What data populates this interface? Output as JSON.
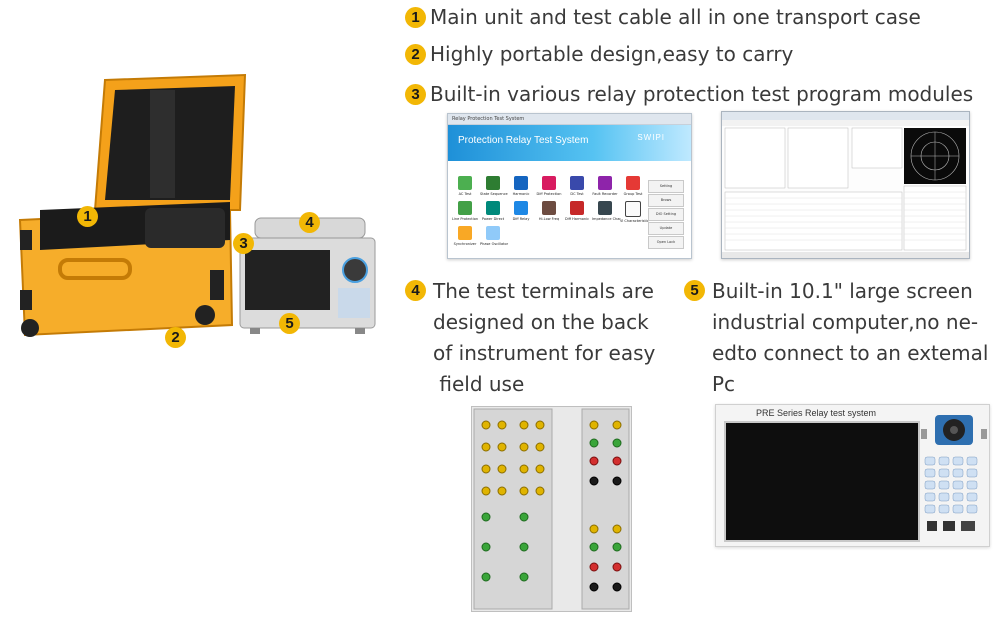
{
  "features": [
    {
      "num": "1",
      "text": "Main unit and test cable all in one transport case"
    },
    {
      "num": "2",
      "text": "Highly portable design,easy to carry"
    },
    {
      "num": "3",
      "text": "Built-in various relay protection test program modules"
    }
  ],
  "feature4": {
    "num": "4",
    "lines": [
      "The test terminals are",
      "designed on the back",
      "of instrument for easy",
      " field use"
    ]
  },
  "feature5": {
    "num": "5",
    "lines": [
      "Built-in 10.1\" large screen",
      "industrial computer,no ne-",
      "edto connect to an extemal",
      "Pc"
    ]
  },
  "photo_badges": [
    "1",
    "2",
    "3",
    "4",
    "5"
  ],
  "software": {
    "window_title": "Relay Protection Test System",
    "banner_title": "Protection Relay Test System",
    "logo": "SWIPI",
    "modules": [
      "AC Test",
      "State Sequence",
      "Harmonic",
      "Diff Protection",
      "DC Test",
      "Fault Recorder",
      "Group Test",
      "Line Protection",
      "Power Direct",
      "Diff Relay",
      "Hi-Low Freq",
      "Diff Harmonic",
      "Impedance Char.",
      "Vi Characteristic",
      "Synchronizer",
      "Phase Oscillator"
    ],
    "side_buttons": [
      "Setting",
      "Brows",
      "DIO Setting",
      "Update",
      "Open Lock"
    ]
  },
  "screen_title": "PRE Series Relay test system",
  "colors": {
    "badge": "#f2b705",
    "case": "#f5a81c",
    "banner": "#1e90d8"
  }
}
